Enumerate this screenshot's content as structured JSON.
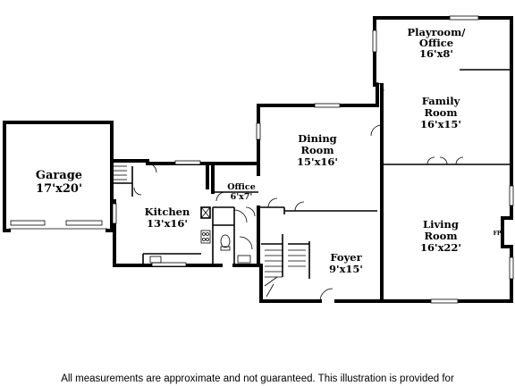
{
  "rooms": {
    "playroom": {
      "name_1": "Playroom/",
      "name_2": "Office",
      "size": "16'x8'"
    },
    "family": {
      "name_1": "Family",
      "name_2": "Room",
      "size": "16'x15'"
    },
    "dining": {
      "name_1": "Dining",
      "name_2": "Room",
      "size": "15'x16'"
    },
    "garage": {
      "name": "Garage",
      "size": "17'x20'"
    },
    "office": {
      "name": "Office",
      "size": "6'x7'"
    },
    "kitchen": {
      "name": "Kitchen",
      "size": "13'x16'"
    },
    "living": {
      "name_1": "Living",
      "name_2": "Room",
      "size": "16'x22'"
    },
    "foyer": {
      "name": "Foyer",
      "size": "9'x15'"
    }
  },
  "fireplace_label": "FP",
  "disclaimer": "All measurements are approximate and not guaranteed. This illustration is provided for"
}
